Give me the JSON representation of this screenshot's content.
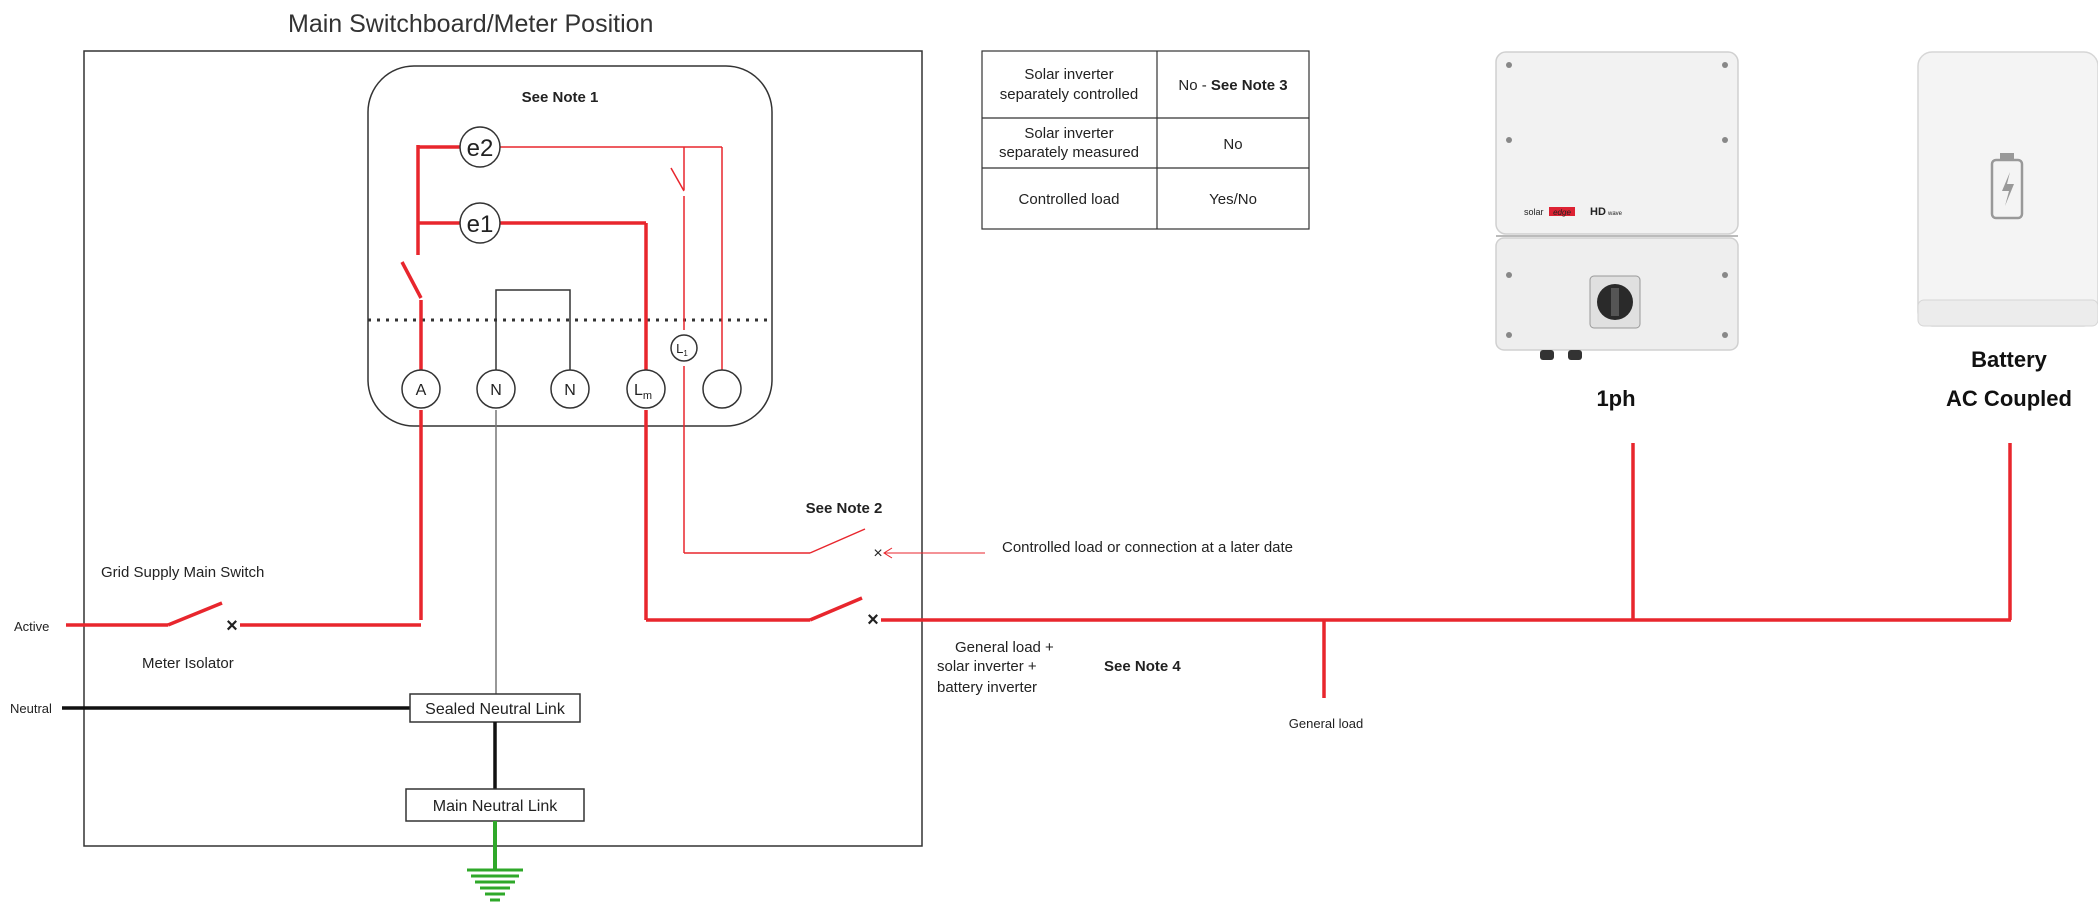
{
  "title": "Main Switchboard/Meter Position",
  "meter": {
    "note": "See Note 1",
    "e2": "e2",
    "e1": "e1",
    "terminals": {
      "a": "A",
      "n1": "N",
      "n2": "N",
      "lm": "L",
      "lm_sub": "m",
      "l1": "L",
      "l1_sub": "1"
    }
  },
  "table": {
    "rows": [
      {
        "label_line1": "Solar inverter",
        "label_line2": "separately controlled",
        "value": "No - ",
        "value_bold": "See Note 3"
      },
      {
        "label_line1": "Solar inverter",
        "label_line2": "separately measured",
        "value": "No",
        "value_bold": ""
      },
      {
        "label_line1": "Controlled load",
        "label_line2": "",
        "value": "Yes/No",
        "value_bold": ""
      }
    ]
  },
  "labels": {
    "see_note_2": "See Note 2",
    "controlled_load": "Controlled load or connection at a later date",
    "grid_supply": "Grid Supply Main Switch",
    "active": "Active",
    "meter_isolator": "Meter Isolator",
    "neutral": "Neutral",
    "sealed_neutral": "Sealed Neutral Link",
    "main_neutral": "Main Neutral Link",
    "general_load_line1": "General load +",
    "general_load_line2": "solar inverter +",
    "general_load_line3": "battery inverter",
    "see_note_4": "See Note 4",
    "general_load": "General load"
  },
  "devices": {
    "inverter_label": "1ph",
    "inverter_brand": "solar",
    "inverter_brand_2": "edge",
    "inverter_model": "HD",
    "inverter_model_sub": "wave",
    "battery_line1": "Battery",
    "battery_line2": "AC Coupled"
  },
  "colors": {
    "active_wire": "#e8262d",
    "neutral_wire": "#111111",
    "earth": "#2fa82a",
    "inverter_body": "#f2f2f2",
    "battery_body": "#f4f4f4"
  }
}
